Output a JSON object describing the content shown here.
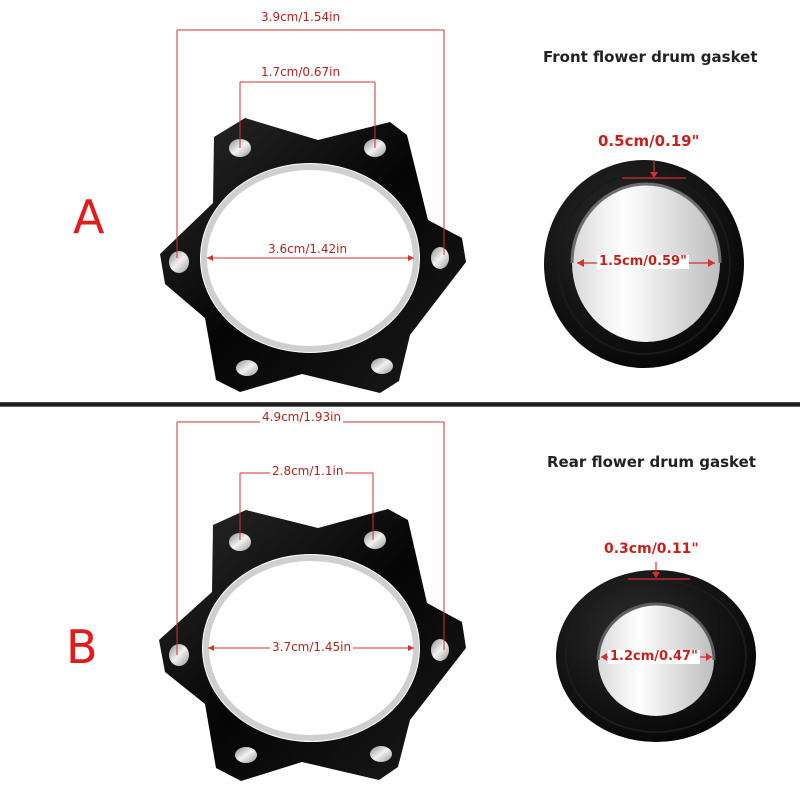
{
  "colors": {
    "dimension_line": "#d2312c",
    "label": "#e21b1b",
    "part": "#0c0c0c"
  },
  "section_a": {
    "letter": "A",
    "title": "Front flower drum gasket",
    "adapter": {
      "outer_span": "3.9cm/1.54in",
      "hole_span": "1.7cm/0.67in",
      "inner_diameter": "3.6cm/1.42in"
    },
    "spacer": {
      "thickness": "0.5cm/0.19\"",
      "inner_diameter": "1.5cm/0.59\""
    }
  },
  "section_b": {
    "letter": "B",
    "title": "Rear flower drum gasket",
    "adapter": {
      "outer_span": "4.9cm/1.93in",
      "hole_span": "2.8cm/1.1in",
      "inner_diameter": "3.7cm/1.45in"
    },
    "spacer": {
      "thickness": "0.3cm/0.11\"",
      "inner_diameter": "1.2cm/0.47\""
    }
  }
}
